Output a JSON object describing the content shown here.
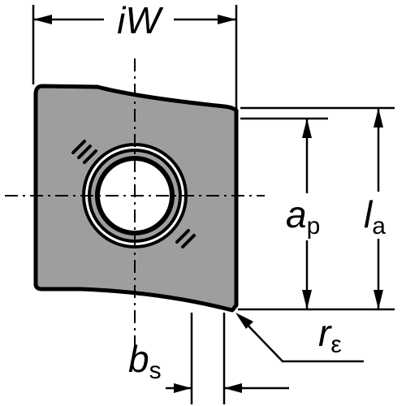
{
  "colors": {
    "insert_fill": "#9e9e9e",
    "stroke": "#000000",
    "background": "#ffffff"
  },
  "labels": {
    "iw": "iW",
    "ap_main": "a",
    "ap_sub": "p",
    "la_main": "l",
    "la_sub": "a",
    "bs_main": "b",
    "bs_sub": "s",
    "re_main": "r",
    "re_sub": "ε"
  }
}
